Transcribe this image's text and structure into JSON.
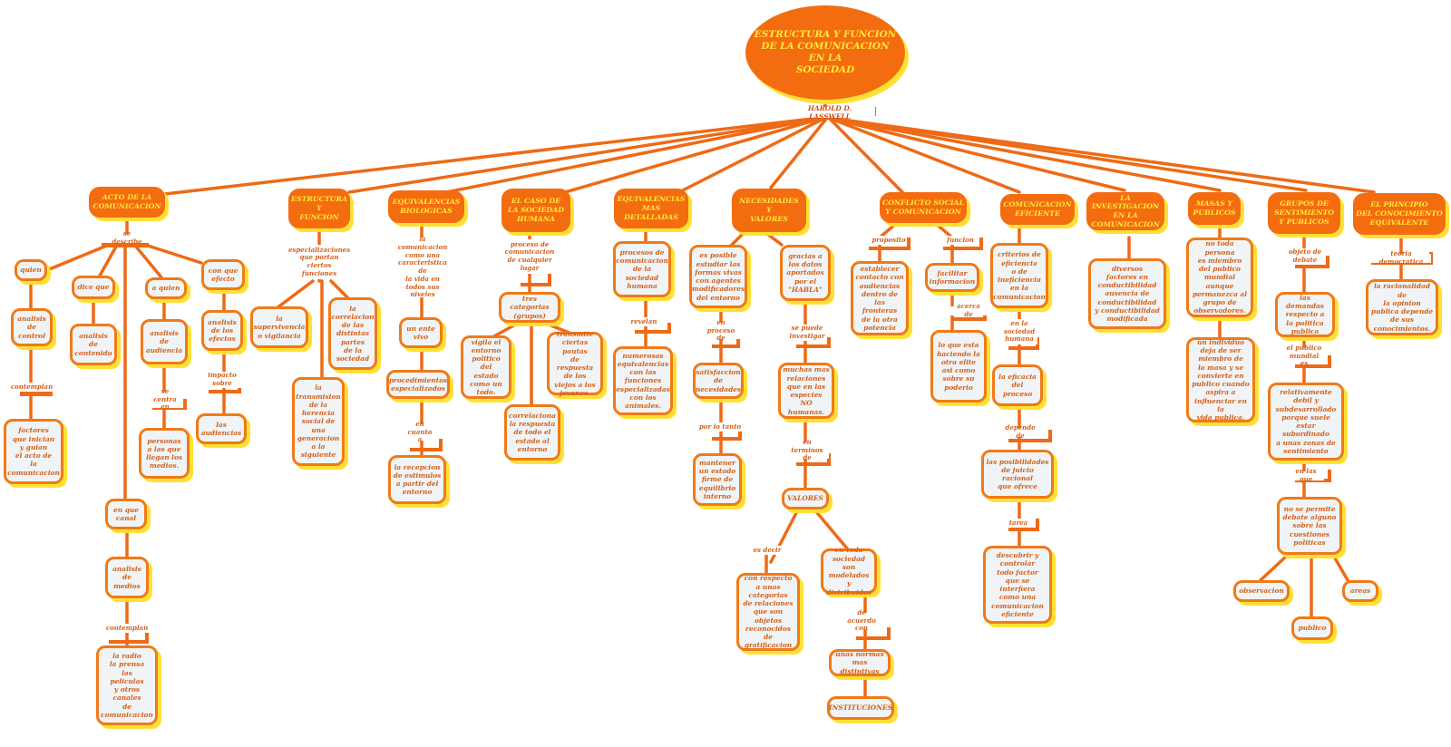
{
  "title": "ESTRUCTURA Y FUNCION\nDE LA COMUNICACION\nEN LA\nSOCIEDAD",
  "author": "HAROLD D. LASSWELL",
  "main": {
    "acto": "ACTO DE LA\nCOMUNICACION",
    "estructura": "ESTRUCTURA\nY\nFUNCION",
    "equivBio": "EQUIVALENCIAS\nBIOLOGICAS",
    "caso": "EL CASO DE\nLA SOCIEDAD\nHUMANA",
    "equivMas": "EQUIVALENCIAS\nMAS\nDETALLADAS",
    "necesidades": "NECESIDADES\nY\nVALORES",
    "conflicto": "CONFLICTO SOCIAL\nY COMUNICACION",
    "eficiente": "COMUNICACION\nEFICIENTE",
    "investigacion": "LA INVESTIGACION\nEN LA\nCOMUNICACION",
    "masas": "MASAS Y\nPUBLICOS",
    "grupos": "GRUPOS DE\nSENTIMIENTO\nY PUBLICOS",
    "principio": "EL PRINCIPIO\nDEL CONOCIMIENTO\nEQUIVALENTE"
  },
  "acto": {
    "describe": "se describe",
    "quien": "quien",
    "dicequ": "dice que",
    "aquien": "a quien",
    "efecto": "con que\nefecto",
    "canal": "en que\ncanal",
    "control": "analisis\nde\ncontrol",
    "contemplan": "contemplan",
    "factores": "factores\nque inician\ny guian\nel acto de\nla\ncomunicacion",
    "contenido": "analisis\nde\ncontenido",
    "audiencia": "analisis\nde\naudiencia",
    "centra": "se centra\nen",
    "personas": "personas\na las que\nllegan los\nmedios.",
    "efectos": "analisis\nde los\nefectos",
    "impacto": "impacto\nsobre",
    "audiencias": "las\naudiencias",
    "medios": "analisis\nde\nmedios",
    "contemplan2": "contemplan",
    "radio": "la radio\nla prensa\nlas\npeliculas\ny otros\ncanales\nde\ncomunicacion"
  },
  "estructura": {
    "espec": "especializaciones\nque portan\nciertos\nfunciones",
    "superv": "la\nsupervivencia\no vigilancia",
    "transm": "la\ntransmision\nde la\nherencia\nsocial de\nuna\ngeneracion\na la\nsiguiente",
    "correl": "la\ncorrelacion\nde las\ndistintas\npartes\nde la\nsociedad"
  },
  "equivBio": {
    "lacom": "la\ncomunicacion\ncomo una\ncaracteristica de\nla vida en\ntodos sus\nniveles",
    "ente": "un ente\nvivo",
    "proc": "procedimientos\nespecializados",
    "cuanto": "en cuanto\na",
    "recep": "la recepcion\nde estimulos\na partir del\nentorno"
  },
  "caso": {
    "proceso": "proceso de\ncomunicacion\nde cualquier\nlugar",
    "tres": "tres categorias\n(grupos)",
    "vigila": "vigila el\nentorno\npolitico del\nestado\ncomo un\ntodo.",
    "correla": "correlaciona\nla respuesta\nde todo el\nestado al\nentorno",
    "transmite": "transmite\nciertas pautas\nde respuesta\nde los\nviejos a los\njovenes."
  },
  "equivMas": {
    "procesos": "procesos de\ncomunicacion\nde la\nsociedad\nhumana",
    "revelan": "revelan",
    "numerosas": "numerosas\nequivalencias\ncon las\nfunciones\nespecializadas\ncon los\nanimales."
  },
  "necesidades": {
    "posible": "es posible\nestudiar las\nformas vivas\ncon agentes\nmodificadores\ndel entorno",
    "enproceso": "en proceso\nde",
    "satisf": "satisfaccion\nde\nnecesidades",
    "porlo": "por lo tanto",
    "mantener": "mantener\nun estado\nfirme de\nequilibrio\ninterno",
    "gracias": "gracias a\nlos datos\naportados\npor el\n\"HABLA\"",
    "sepuede": "se puede\ninvestigar",
    "muchas": "muchas mas\nrelaciones\nque en las\nespecies\nNO humanas.",
    "enterminos": "en terminos\nde",
    "valores": "VALORES",
    "esdecir": "es decir",
    "respecto": "con respecto\na unas\ncategorias\nde relaciones\nque son\nobjetos\nreconocidos\nde gratificacion",
    "entoda": "en toda\nsociedad\nson modelados\ny distribuidos",
    "acuerdo": "de acuerdo\ncon",
    "normas": "unas normas\nmas distintivas",
    "instituciones": "INSTITUCIONES"
  },
  "conflicto": {
    "proposito": "proposito",
    "establecer": "establecer\ncontacto con\naudiencias\ndentro de las\nfronteras\nde la otra\npotencia",
    "funcion": "funcion",
    "facilitar": "facilitar\ninformacion",
    "acerca": "acerca de",
    "loque": "lo que esta\nhaciendo la\notra elite\nasi como\nsobre su\npoderio"
  },
  "eficiente": {
    "criterios": "criterios de\neficiencia\no de\nineficiencia\nen la\ncomunicacion",
    "enla": "en la\nsociedad\nhumana",
    "eficacia": "la eficacia\ndel\nproceso",
    "depende": "depende de",
    "posibilidades": "las posibilidades\nde juicio\nracional\nque ofrece",
    "tarea": "tarea",
    "descubrir": "descubrir y\ncontrolar\ntodo factor\nque se\ninterfiera\ncomo una\ncomunicacion\neficiente"
  },
  "investigacion": {
    "diversos": "diversos\nfactores en\nconductibilidad\nausencia de\nconductibilidad\ny conductibilidad\nmodificada"
  },
  "masas": {
    "notoda": "no toda persona\nes miembro\ndel publico\nmundial\naunque\npermanezca al\ngrupo de\nobservadores.",
    "individuo": "un individuo\ndeja de ser\nmiembro de\nla masa y se\nconvierte en\npublico cuando\naspira a\ninfluenciar en la\nvida publica."
  },
  "grupos": {
    "objeto": "objeto de\ndebate",
    "demandas": "las demandas\nrespecto a\nla politica\npublica",
    "publico": "el publico\nmundial es",
    "relativ": "relativamente\ndebil y\nsubdesarrollado\nporque suele\nestar subordinado\na unas zonas de\nsentimiento",
    "enlasque": "en las que",
    "nose": "no se permite\ndebate alguno\nsobre las\ncuestiones\npoliticas",
    "observacion": "observacion",
    "publicoBox": "publico",
    "areas": "areas"
  },
  "principio": {
    "teoria": "teoria democratica",
    "racionalidad": "la racionalidad de\nla opinion\npublica depende\nde sus\nconocimientos."
  },
  "colors": {
    "accent": "#f46c10",
    "line": "#ee6a16",
    "shadow": "#ffe135",
    "box": "#f1f4f6",
    "text": "#d2601a",
    "mainText": "#ffe83a"
  }
}
